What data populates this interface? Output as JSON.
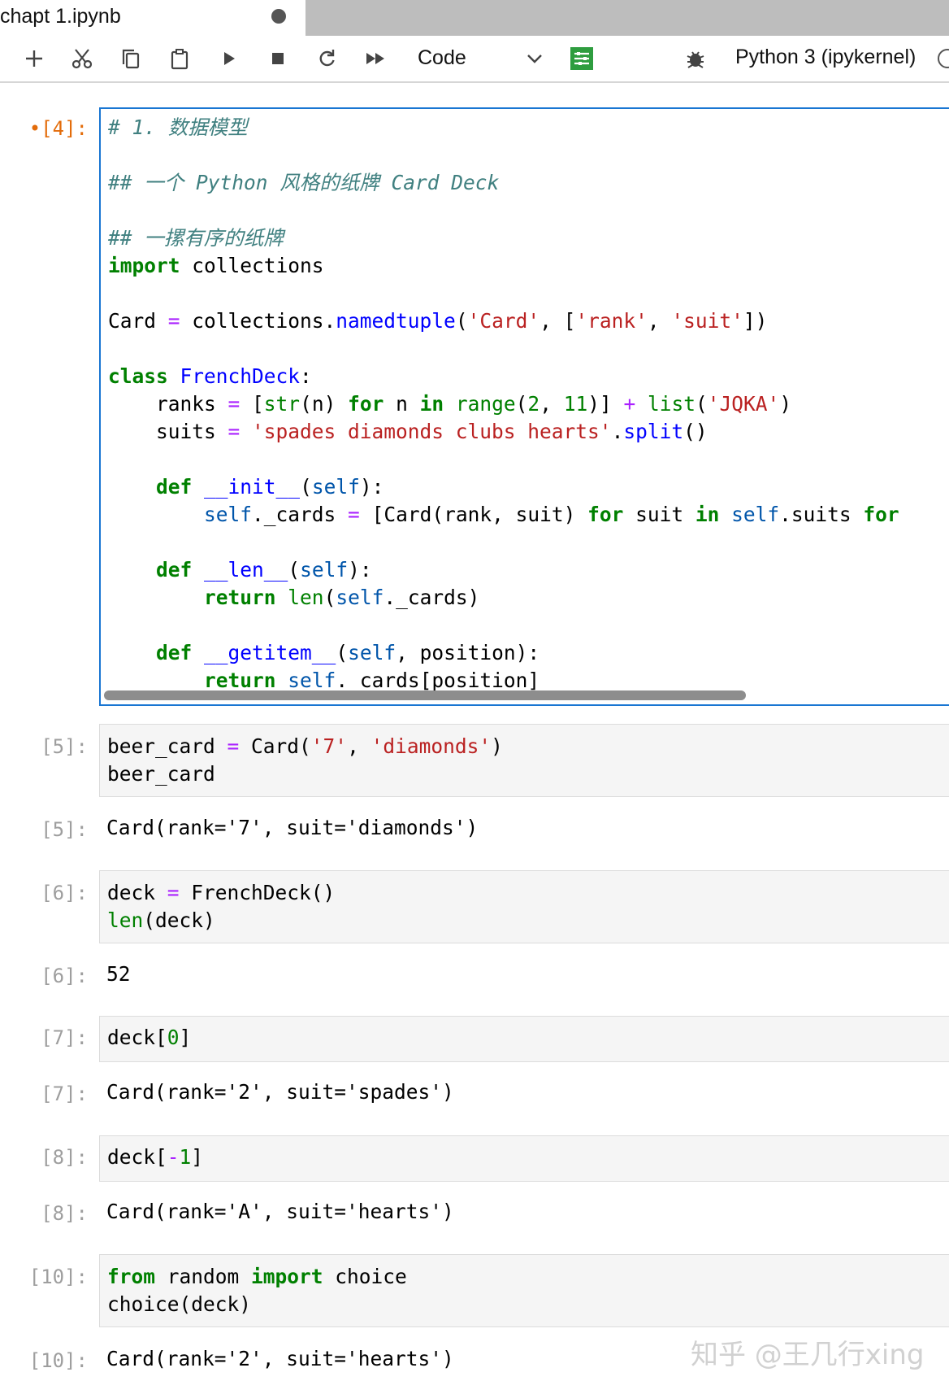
{
  "tab": {
    "title": "chapt 1.ipynb"
  },
  "toolbar": {
    "cell_type": "Code",
    "kernel": "Python 3 (ipykernel)",
    "icons": [
      "plus-icon",
      "scissors-icon",
      "copy-icon",
      "paste-icon",
      "run-icon",
      "stop-icon",
      "restart-icon",
      "fast-forward-icon",
      "chevron-down-icon",
      "property-inspector-icon",
      "bug-icon",
      "kernel-status-icon"
    ]
  },
  "cells": [
    {
      "prompt": "[4]:",
      "active": true,
      "lines": [
        "# 1. 数据模型",
        "",
        "## 一个 Python 风格的纸牌 Card Deck",
        "",
        "## 一摞有序的纸牌",
        "import collections",
        "",
        "Card = collections.namedtuple('Card', ['rank', 'suit'])",
        "",
        "class FrenchDeck:",
        "    ranks = [str(n) for n in range(2, 11)] + list('JQKA')",
        "    suits = 'spades diamonds clubs hearts'.split()",
        "",
        "    def __init__(self):",
        "        self._cards = [Card(rank, suit) for suit in self.suits for",
        "",
        "    def __len__(self):",
        "        return len(self._cards)",
        "",
        "    def __getitem__(self, position):",
        "        return self._cards[position]"
      ]
    },
    {
      "prompt": "[5]:",
      "lines": [
        "beer_card = Card('7', 'diamonds')",
        "beer_card"
      ],
      "output_prompt": "[5]:",
      "output": "Card(rank='7', suit='diamonds')"
    },
    {
      "prompt": "[6]:",
      "lines": [
        "deck = FrenchDeck()",
        "len(deck)"
      ],
      "output_prompt": "[6]:",
      "output": "52"
    },
    {
      "prompt": "[7]:",
      "lines": [
        "deck[0]"
      ],
      "output_prompt": "[7]:",
      "output": "Card(rank='2', suit='spades')"
    },
    {
      "prompt": "[8]:",
      "lines": [
        "deck[-1]"
      ],
      "output_prompt": "[8]:",
      "output": "Card(rank='A', suit='hearts')"
    },
    {
      "prompt": "[10]:",
      "lines": [
        "from random import choice",
        "choice(deck)"
      ],
      "output_prompt": "[10]:",
      "output": "Card(rank='2', suit='hearts')"
    }
  ],
  "watermark": "知乎 @王几行xing",
  "colors": {
    "active_border": "#1976d2",
    "prompt_active": "#e36c0a",
    "keyword": "#008000",
    "string": "#ba2121",
    "run_all_icon": "#2e9d3f"
  }
}
